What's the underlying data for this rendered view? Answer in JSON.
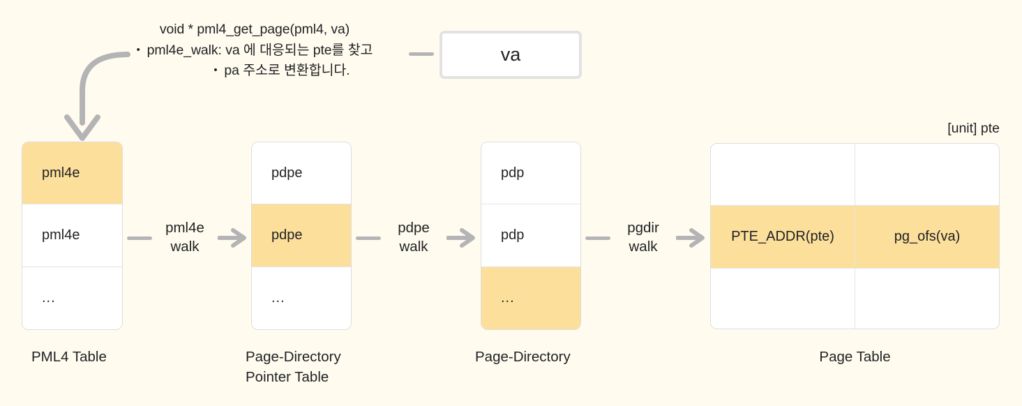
{
  "theme": {
    "background": "#fffcef",
    "highlight": "#fcdf9b",
    "cell_background": "#ffffff",
    "border": "#dcdcdc",
    "connector": "#b4b4b6",
    "text": "#1f2023"
  },
  "note": {
    "line1": "void * pml4_get_page(pml4, va)",
    "line2": "pml4e_walk: va 에 대응되는 pte를 찾고",
    "line3": "pa 주소로 변환합니다.",
    "bullet_glyph": "•"
  },
  "va_box": {
    "label": "va"
  },
  "unit_label": "[unit] pte",
  "tables": [
    {
      "id": "pml4",
      "caption": "PML4 Table",
      "rows": [
        {
          "label": "pml4e",
          "highlight": true
        },
        {
          "label": "pml4e",
          "highlight": false
        },
        {
          "label": "...",
          "highlight": false
        }
      ]
    },
    {
      "id": "pdpt",
      "caption": "Page-Directory Pointer Table",
      "caption_line1": "Page-Directory",
      "caption_line2": "Pointer Table",
      "rows": [
        {
          "label": "pdpe",
          "highlight": false
        },
        {
          "label": "pdpe",
          "highlight": true
        },
        {
          "label": "...",
          "highlight": false
        }
      ]
    },
    {
      "id": "pd",
      "caption": "Page-Directory",
      "rows": [
        {
          "label": "pdp",
          "highlight": false
        },
        {
          "label": "pdp",
          "highlight": false
        },
        {
          "label": "...",
          "highlight": true
        }
      ]
    }
  ],
  "page_table": {
    "caption": "Page Table",
    "rows": [
      {
        "left": "",
        "right": "",
        "highlight": false
      },
      {
        "left": "PTE_ADDR(pte)",
        "right": "pg_ofs(va)",
        "highlight": true
      },
      {
        "left": "",
        "right": "",
        "highlight": false
      }
    ]
  },
  "steps": [
    {
      "id": "pml4e-walk",
      "line1": "pml4e",
      "line2": "walk"
    },
    {
      "id": "pdpe-walk",
      "line1": "pdpe",
      "line2": "walk"
    },
    {
      "id": "pgdir-walk",
      "line1": "pgdir",
      "line2": "walk"
    }
  ]
}
